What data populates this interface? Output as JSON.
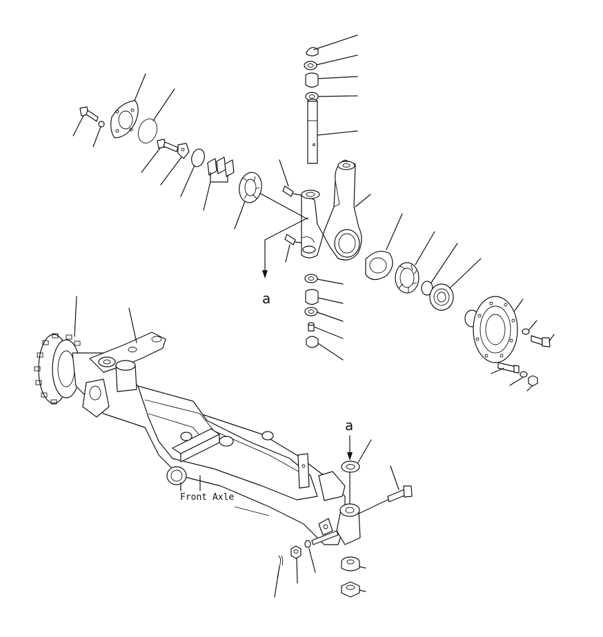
{
  "labels": {
    "view_marker_top": "a",
    "view_marker_bottom": "a",
    "front_axle": "Front Axle"
  }
}
